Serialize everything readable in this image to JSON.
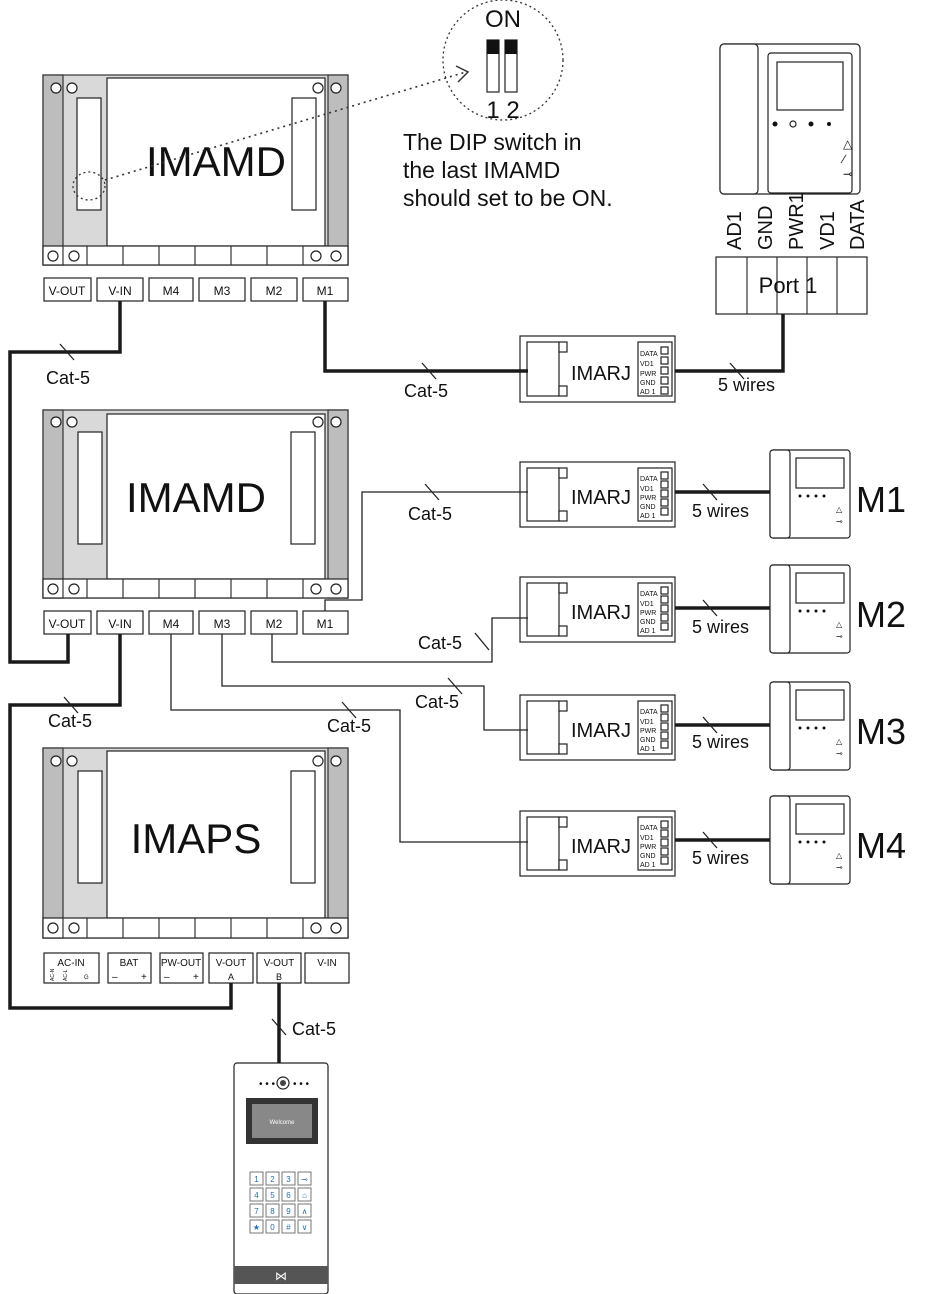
{
  "modules": {
    "amd_top": "IMAMD",
    "amd_mid": "IMAMD",
    "aps": "IMAPS"
  },
  "amd_ports": [
    "V-OUT",
    "V-IN",
    "M4",
    "M3",
    "M2",
    "M1"
  ],
  "aps_ports": {
    "ac_in": "AC-IN",
    "ac_pins": [
      "AC-N",
      "AC-L",
      "G"
    ],
    "bat": "BAT",
    "pw_out": "PW-OUT",
    "v_out_a": "V-OUT",
    "v_out_a_sub": "A",
    "v_out_b": "V-OUT",
    "v_out_b_sub": "B",
    "v_in": "V-IN",
    "minus": "–",
    "plus": "+"
  },
  "dip": {
    "on_label": "ON",
    "numbers": "1 2",
    "note_lines": [
      "The DIP switch in",
      "the last IMAMD",
      "should set to be ON."
    ]
  },
  "imarj": {
    "label": "IMARJ",
    "pins": [
      "DATA",
      "VD1",
      "PWR",
      "GND",
      "AD 1"
    ]
  },
  "port1": {
    "pins": [
      "AD1",
      "GND",
      "PWR1",
      "VD1",
      "DATA"
    ],
    "label": "Port 1"
  },
  "cables": {
    "cat5": "Cat-5",
    "five_wires": "5 wires"
  },
  "monitors": [
    "M1",
    "M2",
    "M3",
    "M4"
  ],
  "door_station": {
    "screen_text": "Welcome",
    "keys": [
      "1",
      "2",
      "3",
      "⊸",
      "4",
      "5",
      "6",
      "⌂",
      "7",
      "8",
      "9",
      "∧",
      "★",
      "0",
      "#",
      "∨"
    ]
  }
}
